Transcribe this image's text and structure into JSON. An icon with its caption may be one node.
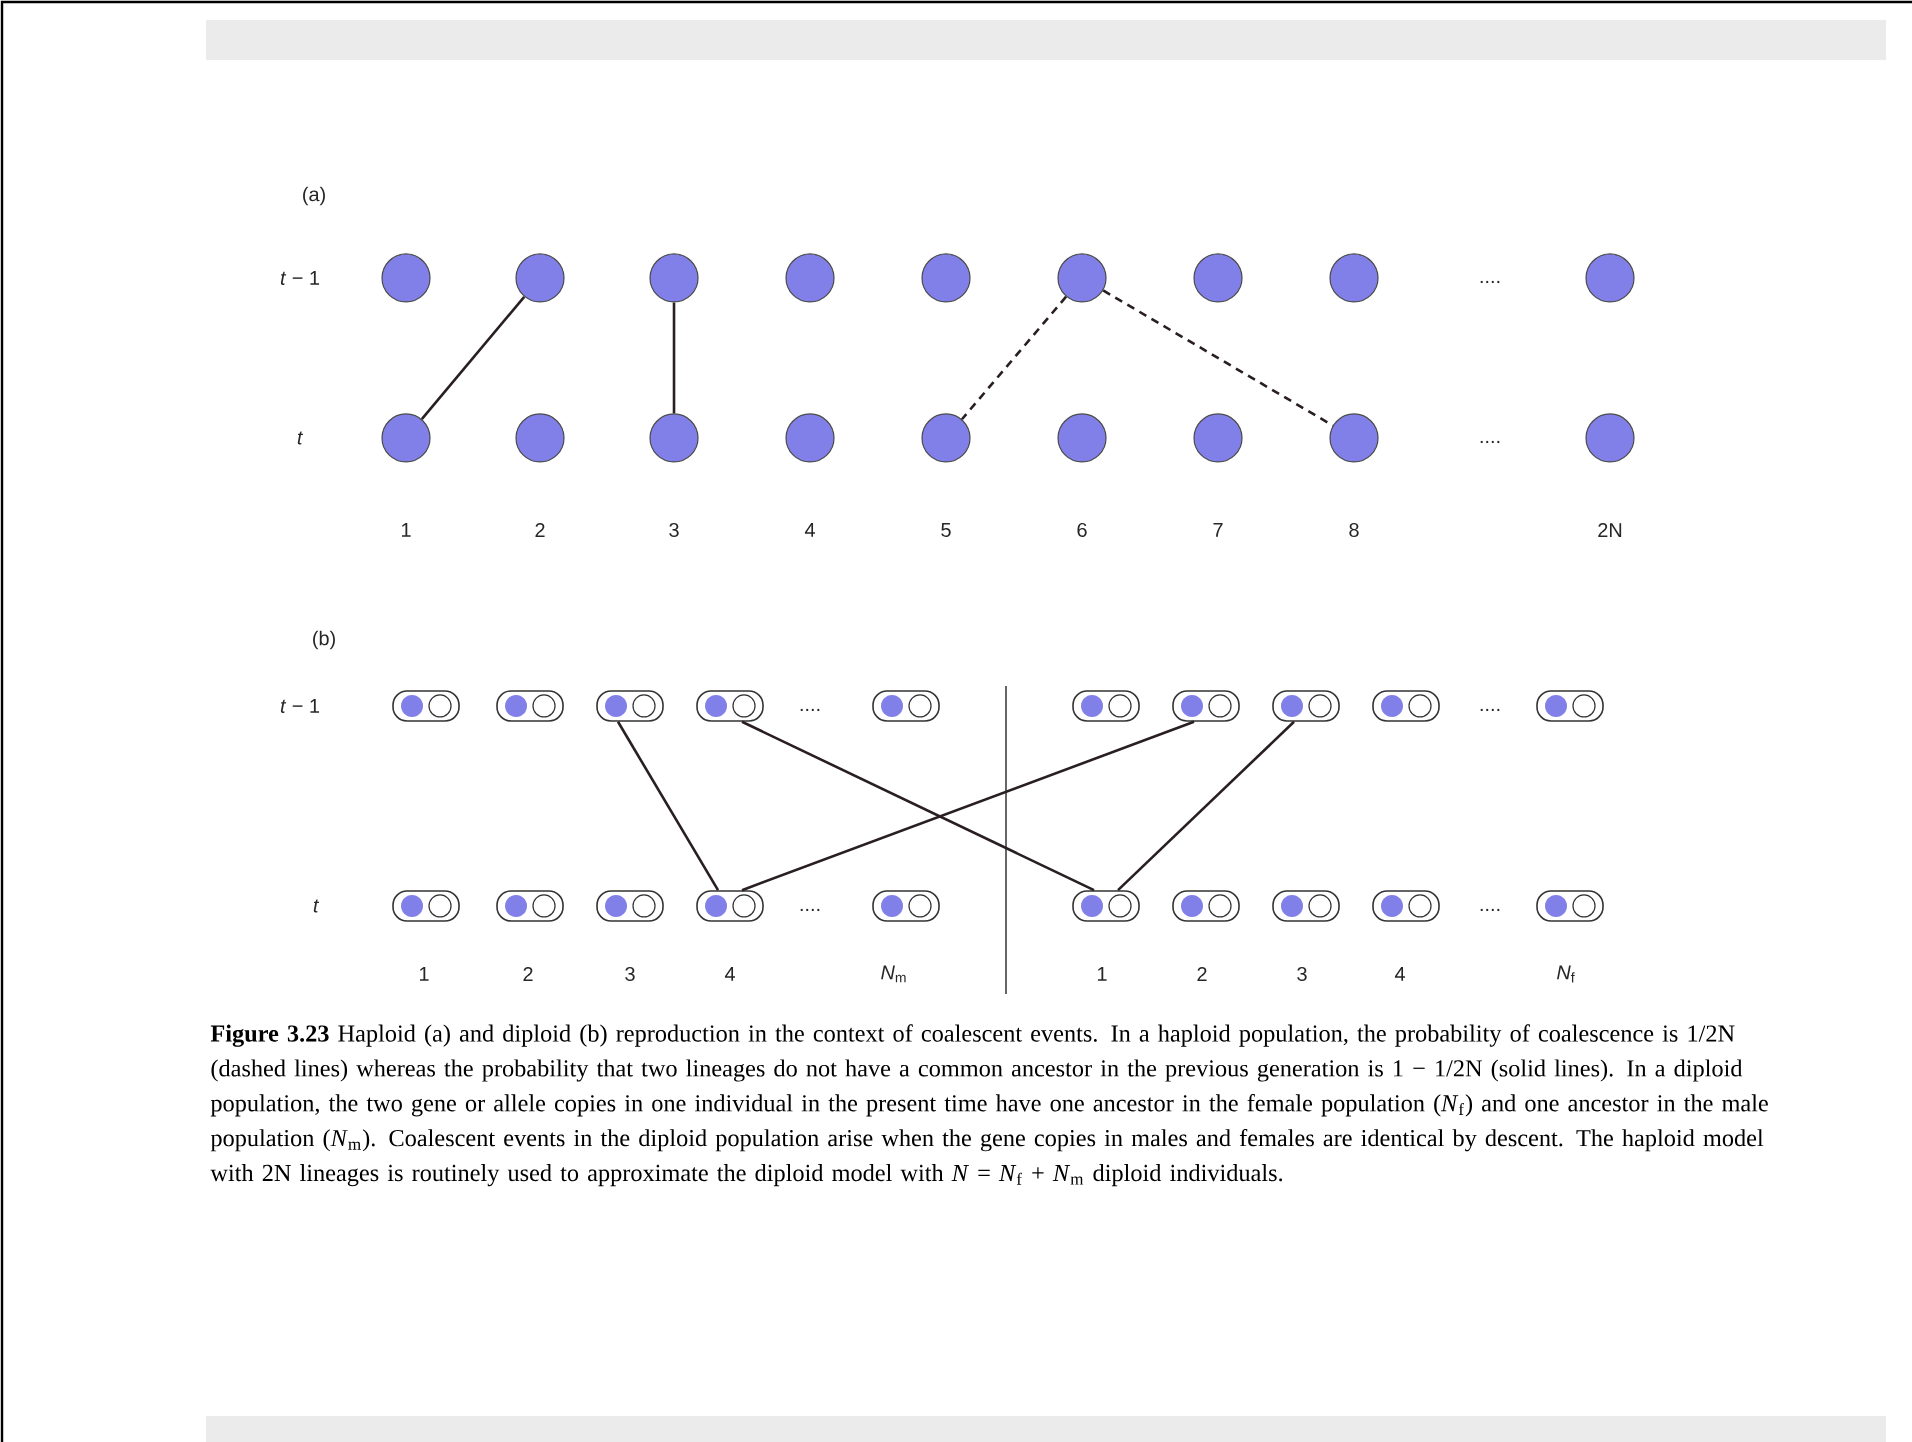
{
  "diagram": {
    "caption": "**Figure 3.23** Haploid (a) and diploid (b) reproduction in the context of coalescent events. In a haploid population, the probability of coalescence is 1/2N (dashed lines) whereas the probability that two lineages do not have a common ancestor in the previous generation is 1 − 1/2N (solid lines). In a diploid population, the two gene or allele copies in one individual in the present time have one ancestor in the female population (*N*$_{f}$) and one ancestor in the male population (*N*$_{m}$). Coalescent events in the diploid population arise when the gene copies in males and females are identical by descent. The haploid model with 2N lineages is routinely used to approximate the diploid model with *N* = *N*$_{f}$ + *N*$_{m}$ diploid individuals.",
    "nodes": [
      {
        "text": [],
        "shape": "circle"
      },
      {
        "text": [],
        "shape": "circle"
      },
      {
        "text": [],
        "shape": "circle"
      },
      {
        "text": [],
        "shape": "circle"
      },
      {
        "text": [],
        "shape": "circle"
      },
      {
        "text": [],
        "shape": "circle"
      },
      {
        "text": [],
        "shape": "circle"
      },
      {
        "text": [],
        "shape": "circle"
      },
      {
        "text": [],
        "shape": "circle"
      },
      {
        "text": [],
        "shape": "circle"
      },
      {
        "text": [],
        "shape": "circle"
      },
      {
        "text": [],
        "shape": "circle"
      },
      {
        "text": [],
        "shape": "circle"
      },
      {
        "text": [],
        "shape": "circle"
      },
      {
        "text": [],
        "shape": "circle"
      },
      {
        "text": [],
        "shape": "circle"
      },
      {
        "text": [],
        "shape": "circle"
      },
      {
        "text": [],
        "shape": "circle"
      },
      {
        "text": [],
        "shape": "box"
      },
      {
        "text": [],
        "shape": "box"
      },
      {
        "text": [],
        "shape": "box"
      },
      {
        "text": [],
        "shape": "box"
      },
      {
        "text": [],
        "shape": "box"
      },
      {
        "text": [],
        "shape": "box"
      },
      {
        "text": [],
        "shape": "box"
      },
      {
        "text": [],
        "shape": "box"
      },
      {
        "text": [],
        "shape": "box"
      },
      {
        "text": [],
        "shape": "box"
      },
      {
        "text": [],
        "shape": "box"
      },
      {
        "text": [],
        "shape": "box"
      },
      {
        "text": [],
        "shape": "box"
      },
      {
        "text": [],
        "shape": "box"
      },
      {
        "text": [],
        "shape": "box"
      },
      {
        "text": [],
        "shape": "box"
      },
      {
        "text": [],
        "shape": "box"
      },
      {
        "text": [],
        "shape": "box"
      },
      {
        "text": [],
        "shape": "box"
      },
      {
        "text": [],
        "shape": "box"
      }
    ],
    "edges": [
      {
        "from": 1,
        "to": 9,
        "arrow": "none"
      },
      {
        "from": 2,
        "to": 11,
        "arrow": "none"
      },
      {
        "from": 5,
        "to": 13,
        "arrow": "none",
        "style": "dashed"
      },
      {
        "from": 5,
        "to": 16,
        "arrow": "none",
        "style": "dashed"
      },
      {
        "from": 20,
        "to": 31,
        "arrow": "none"
      },
      {
        "from": 21,
        "to": 33,
        "arrow": "none"
      },
      {
        "from": 24,
        "to": 31,
        "arrow": "none"
      },
      {
        "from": 25,
        "to": 33,
        "arrow": "none"
      }
    ],
    "labels": [
      "(a)",
      "*t* − 1",
      "....",
      "*t*",
      "....",
      "1",
      "2",
      "3",
      "4",
      "5",
      "6",
      "7",
      "8",
      "2N",
      "(b)",
      "*t* − 1",
      "....",
      "....",
      "*t*",
      "....",
      "....",
      "1",
      "2",
      "3",
      "4",
      "*N*$_{m}$",
      "1",
      "2",
      "3",
      "4",
      "*N*$_{f}$"
    ]
  }
}
